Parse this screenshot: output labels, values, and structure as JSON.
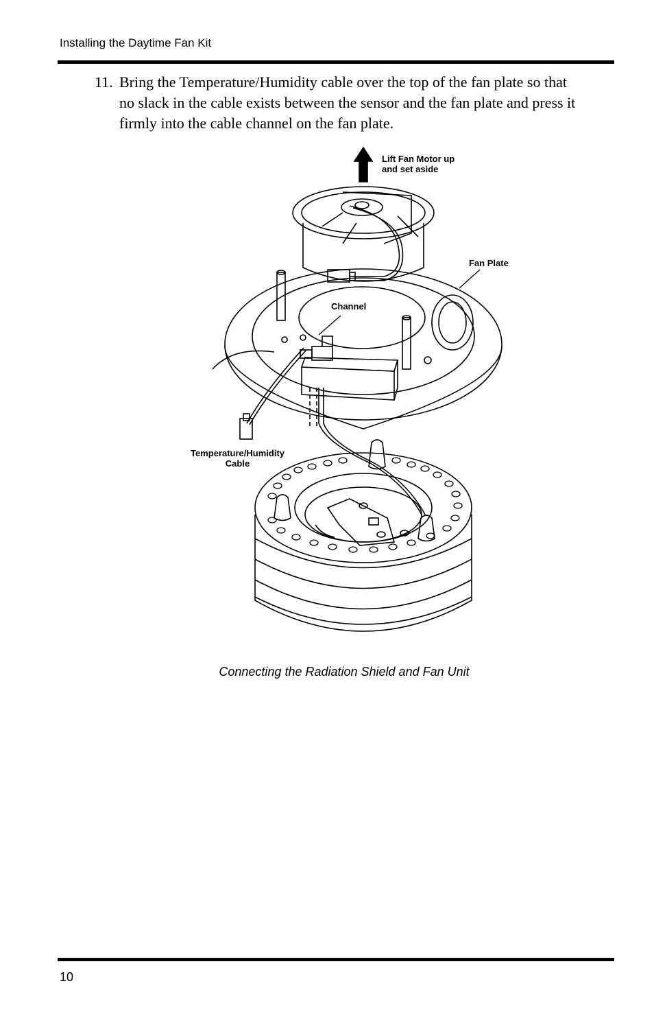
{
  "header": {
    "title": "Installing the Daytime Fan Kit"
  },
  "step": {
    "number": "11.",
    "lines": [
      "Bring the Temperature/Humidity cable over the top of the fan plate so that",
      "no slack in the cable exists between the sensor and the fan plate and press it",
      "firmly into the cable channel on the fan plate."
    ]
  },
  "figure": {
    "labels": {
      "lift_line1": "Lift Fan Motor up",
      "lift_line2": "and set aside",
      "fan_plate": "Fan Plate",
      "channel": "Channel",
      "temp_line1": "Temperature/Humidity",
      "temp_line2": "Cable"
    },
    "caption": "Connecting the Radiation Shield and Fan Unit"
  },
  "footer": {
    "page_number": "10"
  }
}
